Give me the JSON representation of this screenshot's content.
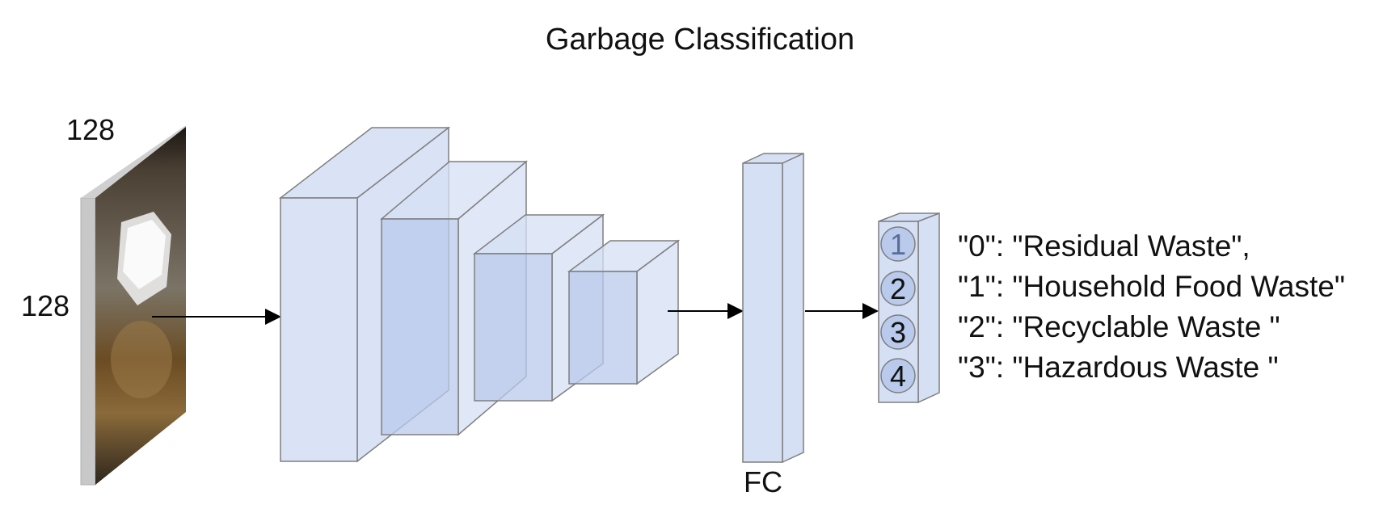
{
  "title": "Garbage Classification",
  "input": {
    "width_label": "128",
    "height_label": "128"
  },
  "fc_label": "FC",
  "output_nodes": [
    "1",
    "2",
    "3",
    "4"
  ],
  "classes": [
    "\"0\": \"Residual Waste\",",
    "\"1\": \"Household Food Waste\"",
    "\"2\": \"Recyclable Waste \"",
    "\"3\": \"Hazardous Waste \""
  ],
  "colors": {
    "block_face": "#d6e0f4",
    "block_overlap": "#b8caec",
    "block_stroke": "#7f7f7f",
    "arrow": "#000000"
  }
}
